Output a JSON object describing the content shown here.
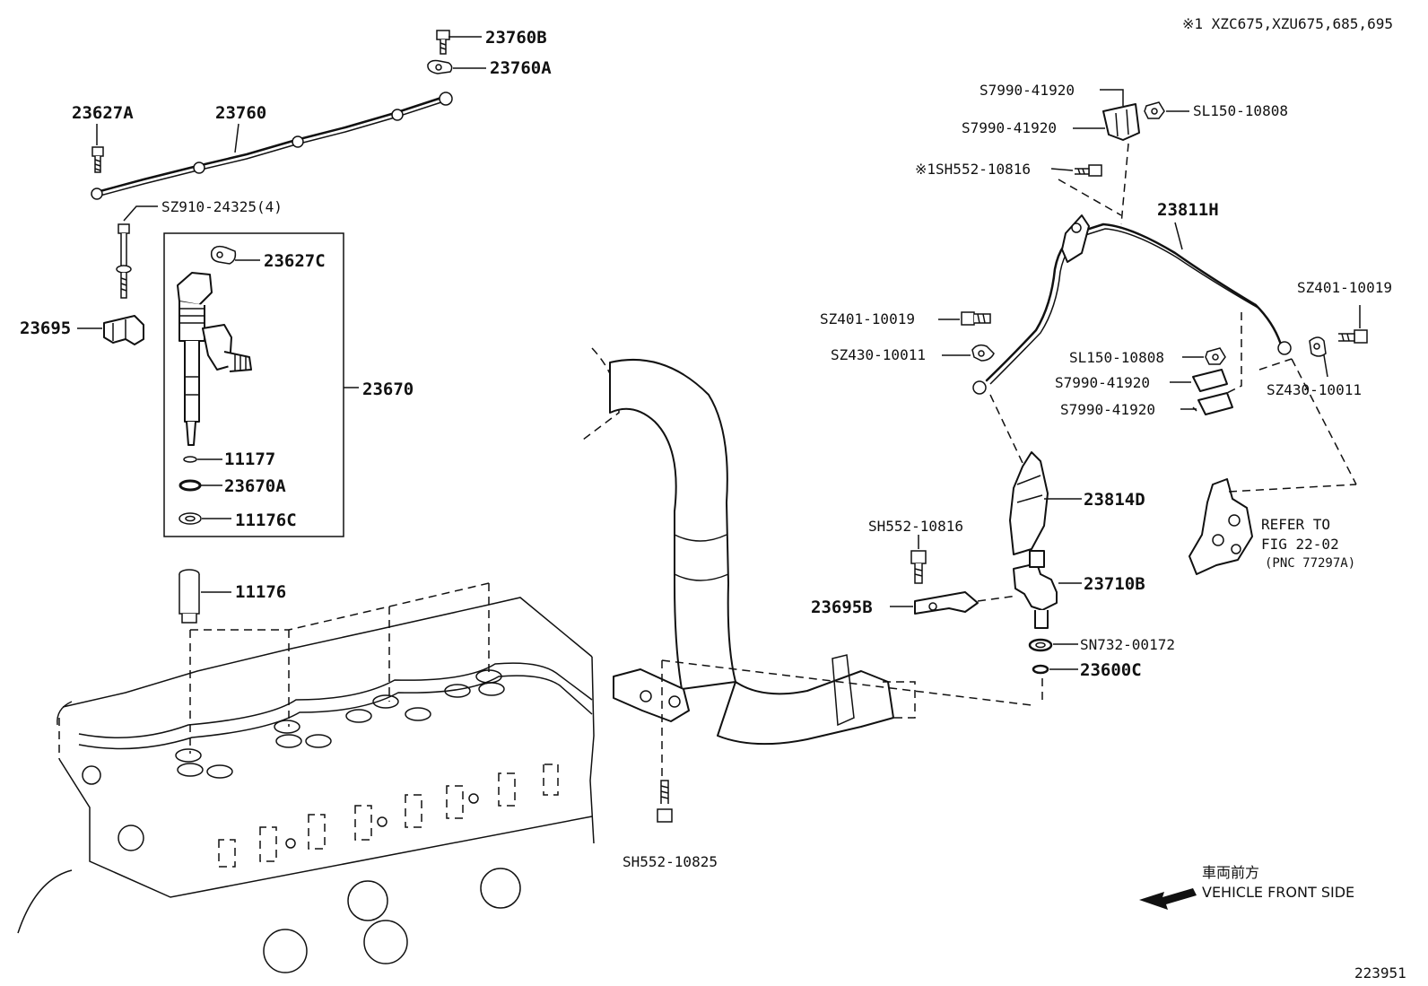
{
  "note": "※1 XZC675,XZU675,685,695",
  "diagram_id": "223951",
  "front_side": {
    "jp": "車両前方",
    "en": "VEHICLE FRONT SIDE"
  },
  "refer": {
    "line1": "REFER TO",
    "line2": "FIG 22-02",
    "line3": "(PNC 77297A)"
  },
  "labels": {
    "p23760B": "23760B",
    "p23760A": "23760A",
    "p23627A": "23627A",
    "p23760": "23760",
    "pSZ910": "SZ910-24325(4)",
    "p23627C": "23627C",
    "p23695": "23695",
    "p23670": "23670",
    "p11177": "11177",
    "p23670A": "23670A",
    "p11176C": "11176C",
    "p11176": "11176",
    "pS7990a": "S7990-41920",
    "pS7990b": "S7990-41920",
    "pSL150a": "SL150-10808",
    "pSH552a": "※1SH552-10816",
    "p23811H": "23811H",
    "pSZ401a": "SZ401-10019",
    "pSZ430a": "SZ430-10011",
    "pSZ401b": "SZ401-10019",
    "pSL150b": "SL150-10808",
    "pS7990c": "S7990-41920",
    "pS7990d": "S7990-41920",
    "pSZ430b": "SZ430-10011",
    "p23814D": "23814D",
    "pSH552b": "SH552-10816",
    "p23710B": "23710B",
    "p23695B": "23695B",
    "pSN732": "SN732-00172",
    "p23600C": "23600C",
    "pSH552c": "SH552-10825"
  }
}
